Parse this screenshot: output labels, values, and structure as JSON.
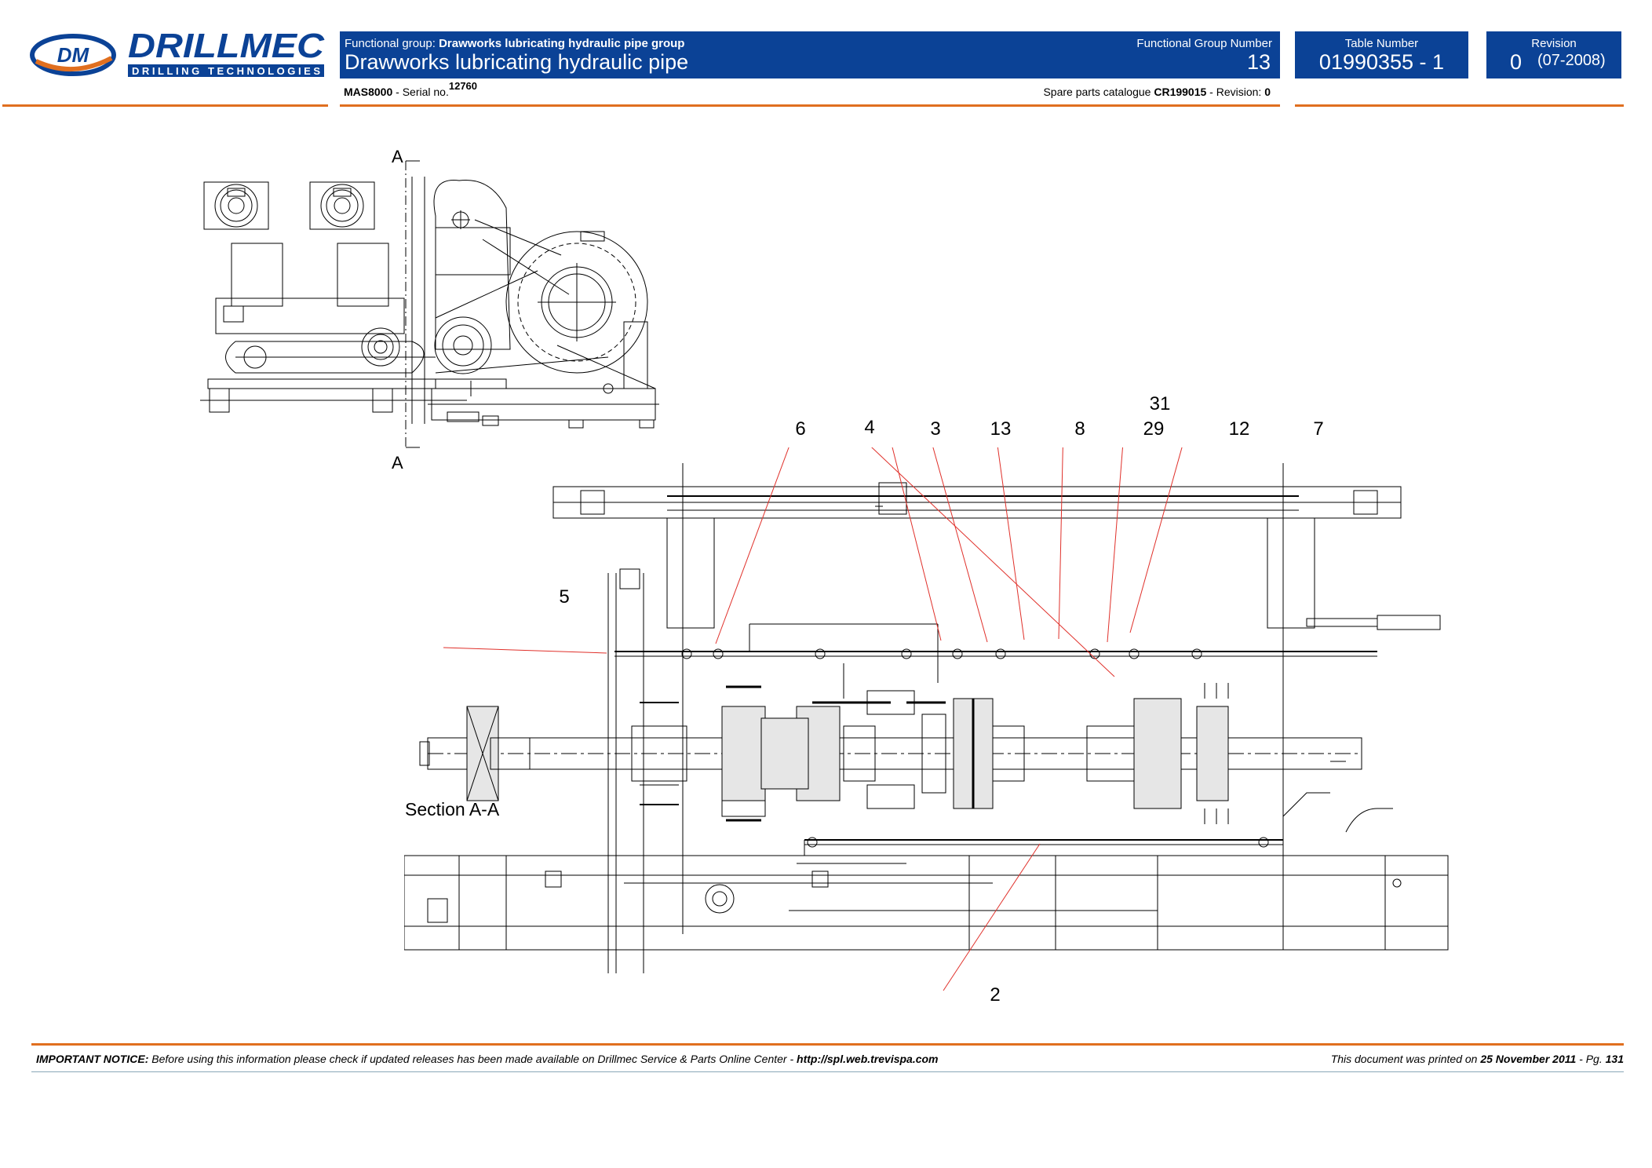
{
  "header": {
    "logo": {
      "brand": "DRILLMEC",
      "tagline": "DRILLING TECHNOLOGIES",
      "mark": "DM"
    },
    "functional_group_prefix": "Functional group: ",
    "functional_group": "Drawworks lubricating hydraulic pipe group",
    "title": "Drawworks lubricating hydraulic pipe",
    "functional_group_number_label": "Functional Group Number",
    "functional_group_number": "13",
    "table_number_label": "Table Number",
    "table_number": "01990355 - 1",
    "revision_label": "Revision",
    "revision_number": "0",
    "revision_date": "(07-2008)",
    "model": "MAS8000",
    "serial_prefix": " - Serial no.",
    "serial_number": "12760",
    "catalogue_prefix": "Spare parts catalogue ",
    "catalogue": "CR199015",
    "catalogue_revision_prefix": " - Revision: ",
    "catalogue_revision": "0"
  },
  "drawing": {
    "section_marker_top": "A",
    "section_marker_bottom": "A",
    "section_label": "Section  A-A",
    "callouts": {
      "c31": "31",
      "c6": "6",
      "c4": "4",
      "c3": "3",
      "c13": "13",
      "c8": "8",
      "c29": "29",
      "c12": "12",
      "c7": "7",
      "c5": "5",
      "c2": "2"
    },
    "leader_color": "#e0302a",
    "line_color": "#000000"
  },
  "footer": {
    "notice_label": "IMPORTANT NOTICE:",
    "notice_text": " Before using this information please check if updated releases has been made available on Drillmec Service & Parts Online Center - ",
    "notice_url": "http://spl.web.trevispa.com",
    "printed_prefix": "This document was printed on ",
    "printed_date": "25 November 2011",
    "page_prefix": " - Pg. ",
    "page_number": "131"
  },
  "colors": {
    "header_blue": "#0b4296",
    "accent_orange": "#e06f1f"
  }
}
